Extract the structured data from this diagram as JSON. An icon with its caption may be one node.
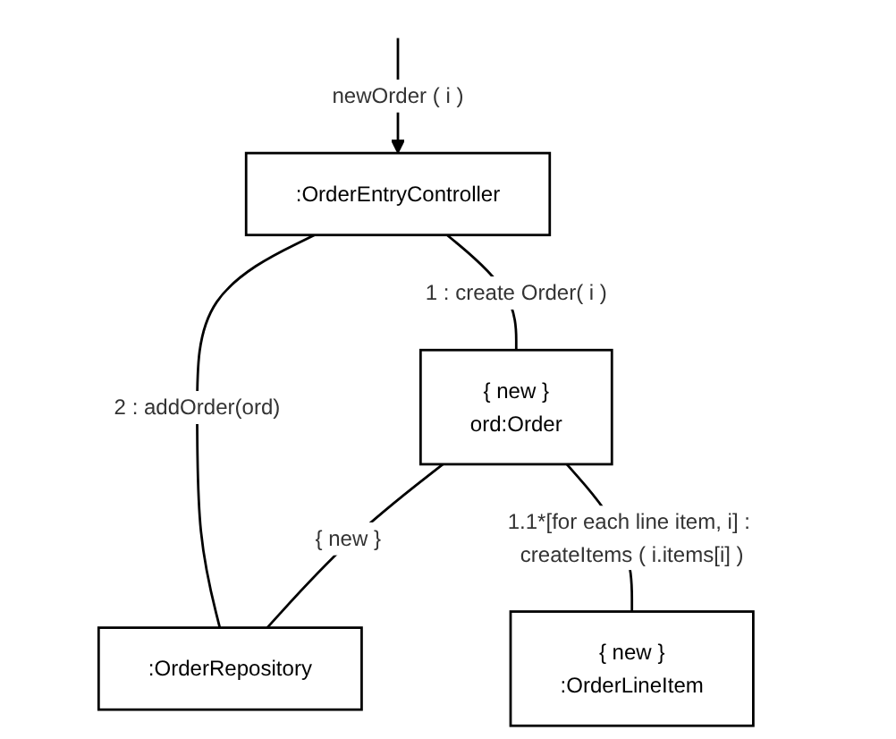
{
  "diagram": {
    "nodes": [
      {
        "text": [
          ":OrderEntryController"
        ]
      },
      {
        "text": [
          ":OrderRepository"
        ]
      },
      {
        "text": [
          "{ new }",
          "ord:Order"
        ]
      },
      {
        "text": [
          "{ new }",
          ":OrderLineItem"
        ]
      }
    ],
    "edges": [
      {
        "from": null,
        "to": 0,
        "arrow": "to",
        "label": "newOrder ( i )"
      },
      {
        "from": 0,
        "to": 1,
        "arrow": "none",
        "label": "2 : addOrder(ord)"
      },
      {
        "from": 0,
        "to": 2,
        "arrow": "none",
        "label": "1 : create Order( i )"
      },
      {
        "from": 2,
        "to": 1,
        "arrow": "none",
        "label": "{ new }"
      },
      {
        "from": 2,
        "to": 3,
        "arrow": "none",
        "label": "1.1*[for each line item, i] : createItems ( i.items[i] )"
      }
    ]
  }
}
